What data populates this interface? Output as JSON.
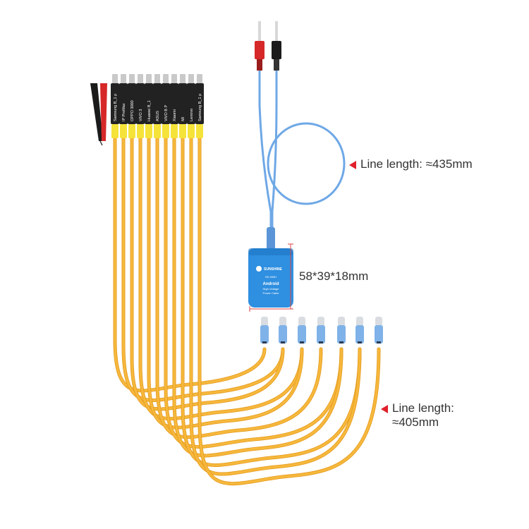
{
  "callouts": {
    "blue_line_length": "Line length: ≈435mm",
    "yellow_line_length_1": "Line length:",
    "yellow_line_length_2": "≈405mm",
    "module_dimensions": "58*39*18mm"
  },
  "module": {
    "brand": "SUNSHINE",
    "model": "SS-905H",
    "title": "Android",
    "subtitle_1": "High-Voltage",
    "subtitle_2": "Power Cable"
  },
  "connector_labels": [
    "Samsung B_1 p",
    "IP ProMax",
    "OPPO 3000",
    "ViVO 3",
    "Huawei B_1",
    "ASUS",
    "ViVO B P",
    "Xiaomi",
    "MI",
    "Lenovo",
    "Samsung B_1 p"
  ],
  "colors": {
    "yellow_cable": "#f6b83c",
    "yellow_cable_shade": "#e59a1e",
    "blue_cable": "#6fa8e6",
    "module_blue": "#2f8fe0",
    "probe_red": "#d62828",
    "probe_black": "#1b1b1b",
    "arrow_red": "#e0202a",
    "tip_blue": "#7fb2e8"
  }
}
